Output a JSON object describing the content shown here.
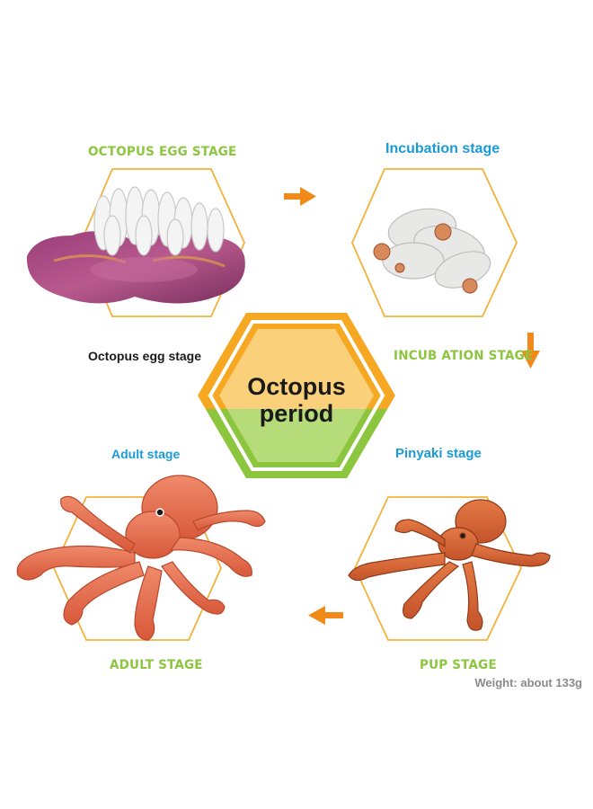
{
  "title": {
    "line1": "Octopus",
    "line2": "period"
  },
  "stages": {
    "egg": {
      "heading": "OCTOPUS EGG STAGE",
      "caption": "Octopus egg stage"
    },
    "incubation": {
      "heading": "Incubation stage",
      "caption": "INCUB ATION STAGE"
    },
    "pup": {
      "heading": "Pinyaki stage",
      "caption": "PUP STAGE"
    },
    "adult": {
      "heading": "Adult stage",
      "caption": "ADULT STAGE"
    }
  },
  "weight": "Weight: about 133g",
  "colors": {
    "frame": "#f3b23a",
    "arrow": "#f28a1a",
    "green_label": "#8cc63f",
    "blue_label": "#1a9bd7",
    "center_orange": "#f7a823",
    "center_green": "#8cc63f"
  },
  "icons": [
    "right-arrow-icon",
    "down-arrow-icon",
    "left-arrow-icon"
  ]
}
